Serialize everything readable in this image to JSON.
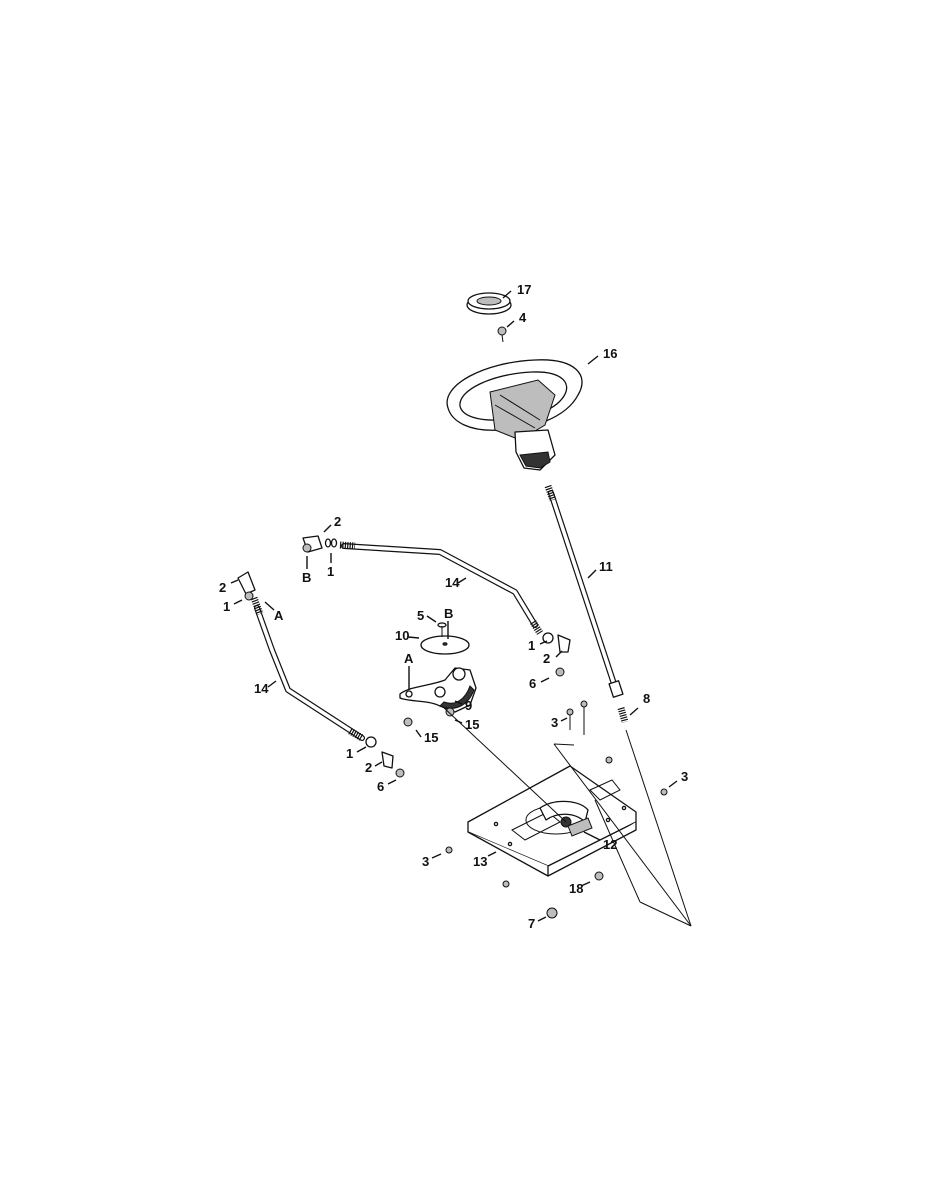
{
  "callouts": {
    "c17": "17",
    "c4": "4",
    "c16": "16",
    "c11": "11",
    "c2_top": "2",
    "c1_top": "1",
    "cB_top": "B",
    "c14_top": "14",
    "c2_left": "2",
    "c1_left": "1",
    "cA_left": "A",
    "c14_left": "14",
    "c5": "5",
    "cB_mid": "B",
    "c10": "10",
    "cA_mid": "A",
    "c9": "9",
    "c15_a": "15",
    "c15_b": "15",
    "c1_right": "1",
    "c2_right": "2",
    "c6_right": "6",
    "c1_bottom": "1",
    "c2_bottom": "2",
    "c6_bottom": "6",
    "c3_mid": "3",
    "c8": "8",
    "c3_right": "3",
    "c12": "12",
    "c3_left": "3",
    "c13": "13",
    "c18": "18",
    "c7": "7"
  }
}
